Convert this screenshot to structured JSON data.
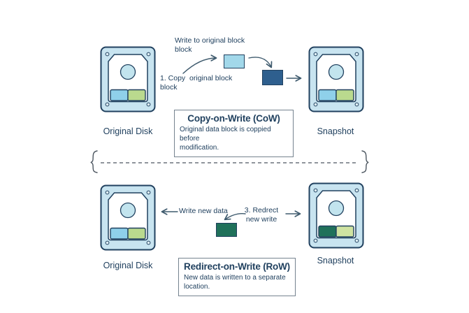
{
  "colors": {
    "background": "#ffffff",
    "navy": "#21415f",
    "text": "#21415f",
    "disk_body": "#c8e4f0",
    "disk_panel": "#ffffff",
    "screw": "#ddeff7",
    "platter": "#c2e4ee",
    "block_blue": "#8fd0ea",
    "block_green": "#bada8e",
    "block_skyblue": "#a2d8ea",
    "block_darkblue": "#2e5f8e",
    "block_darkgreen": "#20715a",
    "block_lightgreen": "#cfe3a2",
    "arrow": "#3e5a6d",
    "divider": "#4c5660",
    "box_border": "#75838f"
  },
  "cow_section": {
    "annotations": {
      "write": "Write to original block\nblock",
      "copy": "1. Copy  original block\nblock"
    },
    "original_disk_label": "Original Disk",
    "snapshot_label": "Snapshot",
    "info_box": {
      "title": "Copy-on-Write (CoW)",
      "description": "Original data block is coppied before\nmodification."
    }
  },
  "row_section": {
    "annotations": {
      "write": "Write new data",
      "redirect": "3. Redrect\nnew write"
    },
    "original_disk_label": "Original Disk",
    "snapshot_label": "Snapshot",
    "info_box": {
      "title": "Redirect-on-Write (RoW)",
      "description": "New data is written to a separate\nlocation."
    }
  }
}
